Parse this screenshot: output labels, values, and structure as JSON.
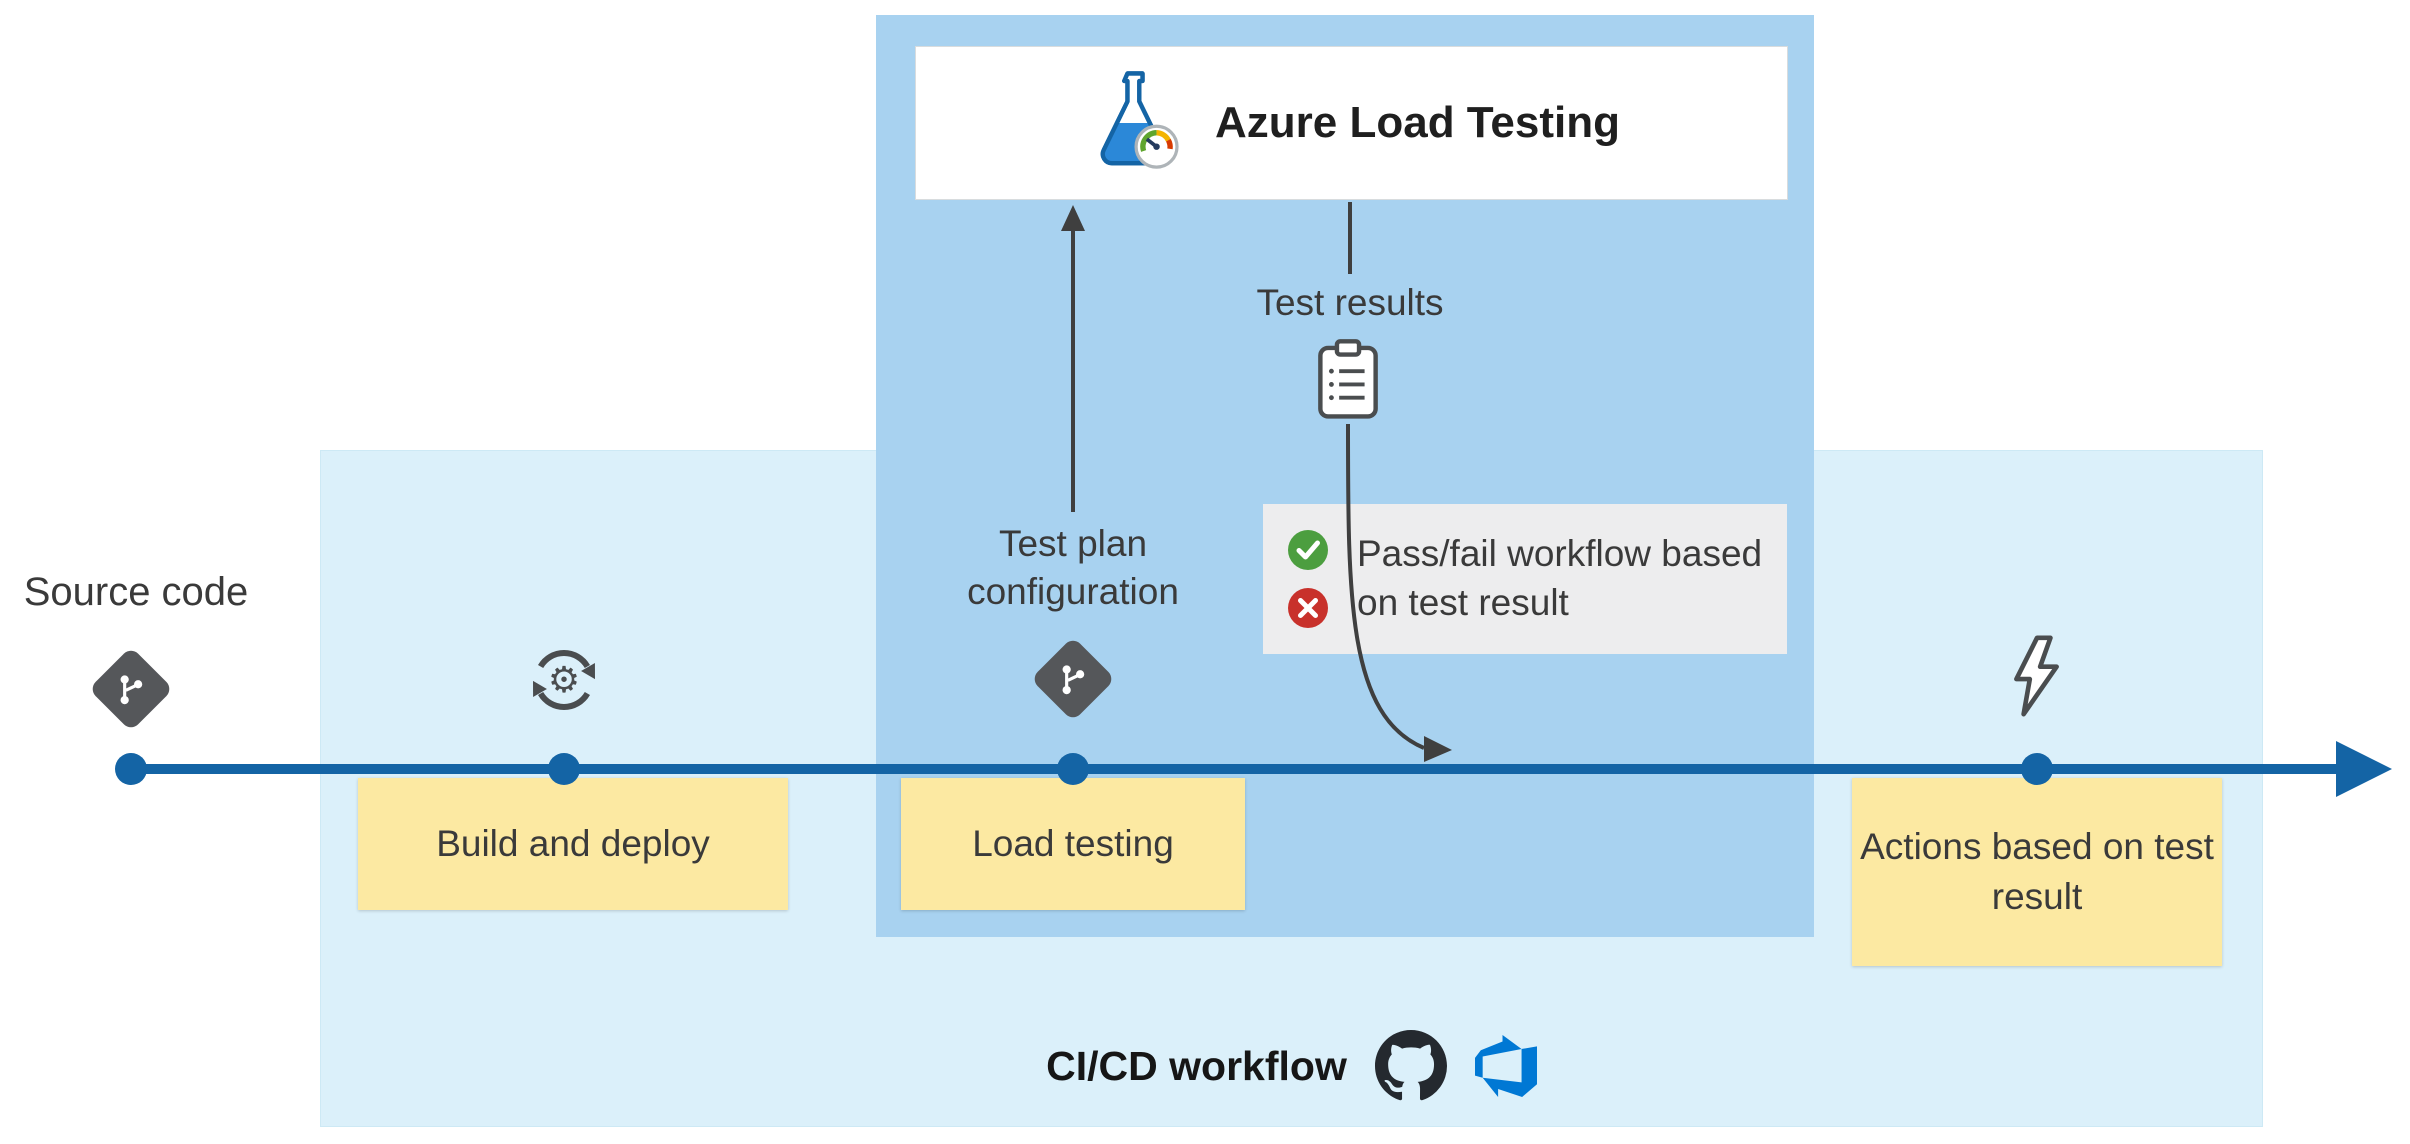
{
  "header": {
    "title": "Azure Load Testing"
  },
  "labels": {
    "source_code": "Source code",
    "test_plan": "Test plan configuration",
    "test_results": "Test results"
  },
  "passfail": {
    "text": "Pass/fail workflow based on test result"
  },
  "notes": {
    "build_deploy": "Build and deploy",
    "load_testing": "Load testing",
    "actions": "Actions based on test result"
  },
  "footer": {
    "cicd_label": "CI/CD workflow"
  },
  "icons": {
    "flask": "azure-load-testing-flask-icon",
    "git_source": "git-diamond-icon",
    "sync": "build-deploy-sync-icon",
    "git_config": "git-diamond-icon",
    "clipboard": "test-results-clipboard-icon",
    "check": "pass-check-icon",
    "cross": "fail-cross-icon",
    "lightning": "actions-lightning-icon",
    "github": "github-icon",
    "azure_devops": "azure-devops-icon"
  },
  "colors": {
    "cicd_panel": "#dbf0fa",
    "load_testing_panel": "#a8d2f0",
    "note_yellow": "#fce9a2",
    "passfail_gray": "#ededee",
    "timeline_blue": "#1464a5",
    "arrow_gray": "#3f3f3f",
    "pass_green": "#4c9e3f",
    "fail_red": "#c8312b",
    "github_black": "#24292f",
    "azure_devops_blue": "#0078d4",
    "flask_blue": "#2b88d8",
    "icon_gray": "#4a4d4f"
  }
}
